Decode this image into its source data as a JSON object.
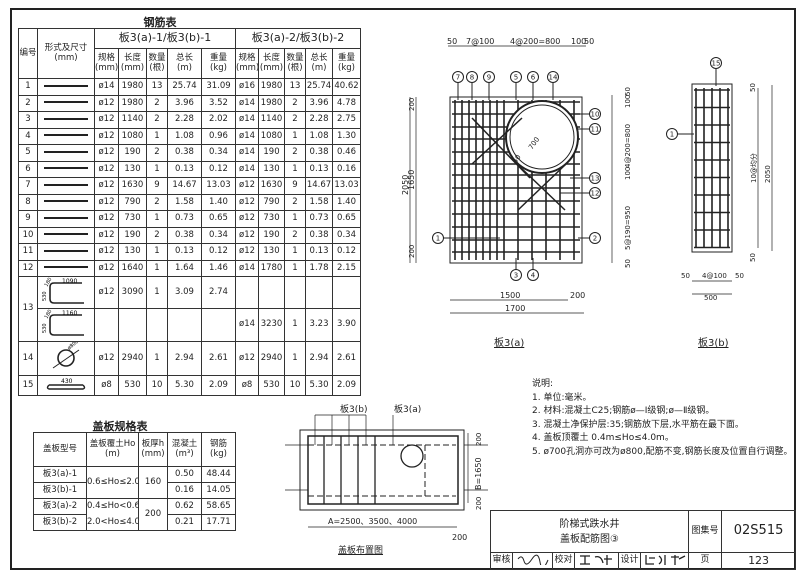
{
  "steel_table": {
    "title": "钢筋表",
    "col_no": "编号",
    "col_shape": "形式及尺寸",
    "col_shape_unit": "(mm)",
    "group1": "板3(a)-1/板3(b)-1",
    "group2": "板3(a)-2/板3(b)-2",
    "sub": [
      [
        "规格",
        "(mm)"
      ],
      [
        "长度",
        "(mm)"
      ],
      [
        "数量",
        "(根)"
      ],
      [
        "总长",
        "(m)"
      ],
      [
        "重量",
        "(kg)"
      ]
    ],
    "rows": [
      [
        "1",
        "ø14",
        "1980",
        "13",
        "25.74",
        "31.09",
        "ø16",
        "1980",
        "13",
        "25.74",
        "40.62"
      ],
      [
        "2",
        "ø12",
        "1980",
        "2",
        "3.96",
        "3.52",
        "ø14",
        "1980",
        "2",
        "3.96",
        "4.78"
      ],
      [
        "3",
        "ø12",
        "1140",
        "2",
        "2.28",
        "2.02",
        "ø14",
        "1140",
        "2",
        "2.28",
        "2.75"
      ],
      [
        "4",
        "ø12",
        "1080",
        "1",
        "1.08",
        "0.96",
        "ø14",
        "1080",
        "1",
        "1.08",
        "1.30"
      ],
      [
        "5",
        "ø12",
        "190",
        "2",
        "0.38",
        "0.34",
        "ø14",
        "190",
        "2",
        "0.38",
        "0.46"
      ],
      [
        "6",
        "ø12",
        "130",
        "1",
        "0.13",
        "0.12",
        "ø14",
        "130",
        "1",
        "0.13",
        "0.16"
      ],
      [
        "7",
        "ø12",
        "1630",
        "9",
        "14.67",
        "13.03",
        "ø12",
        "1630",
        "9",
        "14.67",
        "13.03"
      ],
      [
        "8",
        "ø12",
        "790",
        "2",
        "1.58",
        "1.40",
        "ø12",
        "790",
        "2",
        "1.58",
        "1.40"
      ],
      [
        "9",
        "ø12",
        "730",
        "1",
        "0.73",
        "0.65",
        "ø12",
        "730",
        "1",
        "0.73",
        "0.65"
      ],
      [
        "10",
        "ø12",
        "190",
        "2",
        "0.38",
        "0.34",
        "ø12",
        "190",
        "2",
        "0.38",
        "0.34"
      ],
      [
        "11",
        "ø12",
        "130",
        "1",
        "0.13",
        "0.12",
        "ø12",
        "130",
        "1",
        "0.13",
        "0.12"
      ],
      [
        "12",
        "ø12",
        "1640",
        "1",
        "1.64",
        "1.46",
        "ø14",
        "1780",
        "1",
        "1.78",
        "2.15"
      ]
    ],
    "row13": {
      "no": "13",
      "shape_a": [
        "1090",
        "180",
        "530"
      ],
      "shape_b": [
        "1160",
        "180",
        "530"
      ],
      "a": [
        "ø12",
        "3090",
        "1",
        "3.09",
        "2.74"
      ],
      "b": [
        "ø14",
        "3230",
        "1",
        "3.23",
        "3.90"
      ]
    },
    "row14": {
      "no": "14",
      "shape": "ø800",
      "v": [
        "ø12",
        "2940",
        "1",
        "2.94",
        "2.61",
        "ø12",
        "2940",
        "1",
        "2.94",
        "2.61"
      ]
    },
    "row15": {
      "no": "15",
      "shape": "430",
      "v": [
        "ø8",
        "530",
        "10",
        "5.30",
        "2.09",
        "ø8",
        "530",
        "10",
        "5.30",
        "2.09"
      ]
    }
  },
  "cover_table": {
    "title": "盖板规格表",
    "h": [
      [
        "盖板型号",
        ""
      ],
      [
        "盖板覆土Ho",
        "(m)"
      ],
      [
        "板厚h",
        "(mm)"
      ],
      [
        "混凝土",
        "(m³)"
      ],
      [
        "钢筋",
        "(kg)"
      ]
    ],
    "types": [
      "板3(a)-1",
      "板3(b)-1",
      "板3(a)-2",
      "板3(b)-2"
    ],
    "ho": [
      "0.6≤Ho≤2.0",
      "0.4≤Ho<0.6",
      "2.0<Ho≤4.0"
    ],
    "h_vals": [
      "160",
      "200"
    ],
    "concrete": [
      "0.50",
      "0.16",
      "0.62",
      "0.21"
    ],
    "steel": [
      "48.44",
      "14.05",
      "58.65",
      "17.71"
    ]
  },
  "plate_a": {
    "label": "板3(a)",
    "dims": {
      "top": [
        "50",
        "7@100",
        "4@200=800",
        "100",
        "50"
      ],
      "left": [
        "2050",
        "200",
        "1650",
        "200"
      ],
      "right": [
        "50",
        "100",
        "4@200=800",
        "100",
        "5@190=950",
        "50"
      ],
      "bottom": [
        "1500",
        "200",
        "1700"
      ],
      "hole": [
        "700",
        "50"
      ]
    },
    "marks": [
      "7",
      "8",
      "9",
      "5",
      "6",
      "14",
      "10",
      "11",
      "13",
      "12",
      "1",
      "2",
      "3",
      "4"
    ]
  },
  "plate_b": {
    "label": "板3(b)",
    "dims": {
      "right": [
        "50",
        "10@均分",
        "2050",
        "50"
      ],
      "bottom": [
        "50",
        "4@100",
        "50",
        "500"
      ]
    },
    "marks": [
      "15",
      "1"
    ]
  },
  "layout": {
    "label": "盖板布置图",
    "plate_b": "板3(b)",
    "plate_a": "板3(a)",
    "dim_a": "A=2500、3500、4000",
    "dim_200": "200",
    "dim_b": "B=1650",
    "dim_top": "200",
    "dim_bot": "200"
  },
  "notes": {
    "title": "说明:",
    "items": [
      "1. 单位:毫米。",
      "2. 材料:混凝土C25;钢筋ø—Ⅰ级钢;ø—Ⅱ级钢。",
      "3. 混凝土净保护层:35;钢筋放下层,水平筋在最下面。",
      "4. 盖板顶覆土 0.4m≤Ho≤4.0m。",
      "5. ø700孔洞亦可改为ø800,配筋不变,钢筋长度及位置自行调整。"
    ]
  },
  "title_block": {
    "title1": "阶梯式跌水井",
    "title2": "盖板配筋图③",
    "atlas_label": "图集号",
    "atlas_no": "02S515",
    "review": "审核",
    "check": "校对",
    "design": "设计",
    "page_label": "页",
    "page_no": "123"
  }
}
